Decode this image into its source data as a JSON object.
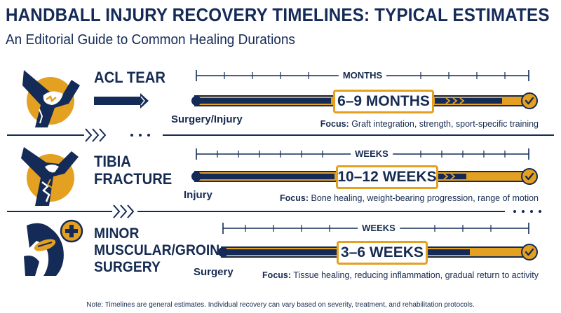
{
  "title": "HANDBALL INJURY RECOVERY TIMELINES: TYPICAL ESTIMATES",
  "subtitle": "An Editorial Guide to Common Healing Durations",
  "colors": {
    "navy": "#142a57",
    "gold": "#e4a021"
  },
  "rows": [
    {
      "name_line1": "ACL TEAR",
      "name_line2": "",
      "name_line3": "",
      "icon": "knee-icon",
      "scale": "MONTHS",
      "duration": "6–9 MONTHS",
      "start": "Surgery/Injury",
      "focus_label": "Focus:",
      "focus": "Graft integration, strength, sport-specific training"
    },
    {
      "name_line1": "TIBIA",
      "name_line2": "FRACTURE",
      "name_line3": "",
      "icon": "leg-fracture-icon",
      "scale": "WEEKS",
      "duration": "10–12 WEEKS",
      "start": "Injury",
      "focus_label": "Focus:",
      "focus": "Bone healing, weight-bearing progression, range of motion"
    },
    {
      "name_line1": "MINOR",
      "name_line2": "MUSCULAR/GROIN",
      "name_line3": "SURGERY",
      "icon": "groin-plus-icon",
      "scale": "WEEKS",
      "duration": "3–6 WEEKS",
      "start": "Surgery",
      "focus_label": "Focus:",
      "focus": "Tissue healing, reducing inflammation, gradual return to activity"
    }
  ],
  "note": "Note: Timelines are general estimates. Individual recovery can vary based on severity, treatment, and rehabilitation protocols."
}
